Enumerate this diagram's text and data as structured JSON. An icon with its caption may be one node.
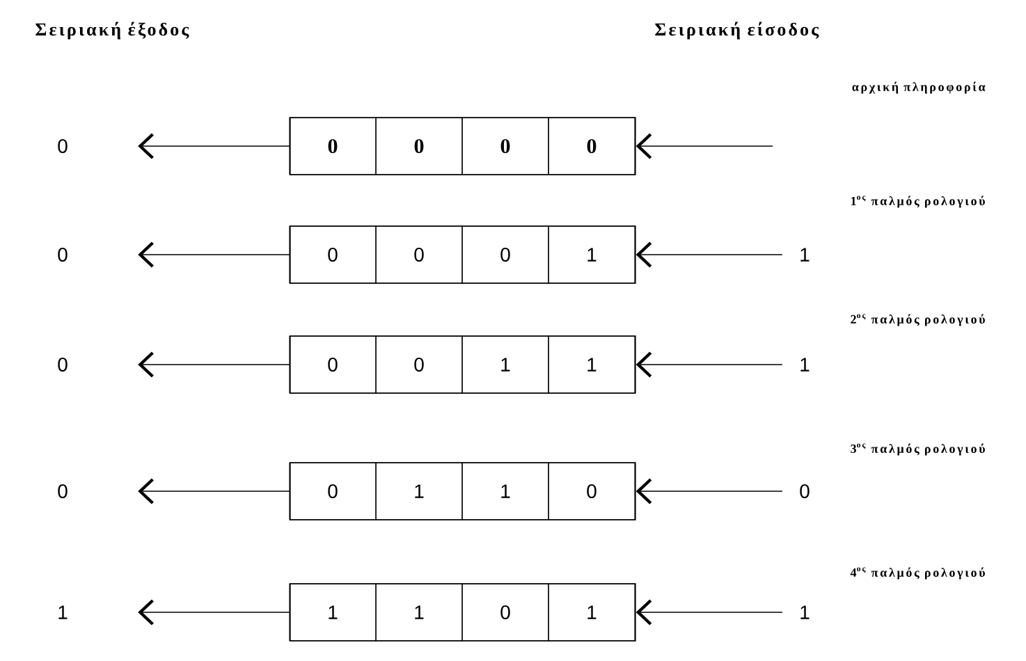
{
  "diagram": {
    "nodes": [
      {
        "text": [],
        "shape": "box"
      },
      {
        "text": [
          "0"
        ],
        "in": 0
      },
      {
        "text": [
          "0"
        ],
        "in": 0
      },
      {
        "text": [
          "0"
        ],
        "in": 0
      },
      {
        "text": [
          "0"
        ],
        "in": 0
      },
      {
        "text": [
          "0"
        ]
      },
      {
        "text": [],
        "shape": "box"
      },
      {
        "text": [
          "0"
        ],
        "in": 6
      },
      {
        "text": [
          "0"
        ],
        "in": 6
      },
      {
        "text": [
          "0"
        ],
        "in": 6
      },
      {
        "text": [
          "1"
        ],
        "in": 6
      },
      {
        "text": [
          "0"
        ]
      },
      {
        "text": [
          "1"
        ]
      },
      {
        "text": [],
        "shape": "box"
      },
      {
        "text": [
          "0"
        ],
        "in": 13
      },
      {
        "text": [
          "0"
        ],
        "in": 13
      },
      {
        "text": [
          "1"
        ],
        "in": 13
      },
      {
        "text": [
          "1"
        ],
        "in": 13
      },
      {
        "text": [
          "0"
        ]
      },
      {
        "text": [
          "1"
        ]
      },
      {
        "text": [],
        "shape": "box"
      },
      {
        "text": [
          "0"
        ],
        "in": 20
      },
      {
        "text": [
          "1"
        ],
        "in": 20
      },
      {
        "text": [
          "1"
        ],
        "in": 20
      },
      {
        "text": [
          "0"
        ],
        "in": 20
      },
      {
        "text": [
          "0"
        ]
      },
      {
        "text": [
          "0"
        ]
      },
      {
        "text": [],
        "shape": "box"
      },
      {
        "text": [
          "1"
        ],
        "in": 27
      },
      {
        "text": [
          "1"
        ],
        "in": 27
      },
      {
        "text": [
          "0"
        ],
        "in": 27
      },
      {
        "text": [
          "1"
        ],
        "in": 27
      },
      {
        "text": [
          "1"
        ]
      },
      {
        "text": [
          "1"
        ]
      }
    ],
    "edges": [
      {
        "from": 0,
        "to": 5,
        "arrow": "to"
      },
      {
        "from": null,
        "to": 0,
        "arrow": "to"
      },
      {
        "from": 6,
        "to": 11,
        "arrow": "to"
      },
      {
        "from": 12,
        "to": 6,
        "arrow": "to"
      },
      {
        "from": 13,
        "to": 18,
        "arrow": "to"
      },
      {
        "from": 19,
        "to": 13,
        "arrow": "to"
      },
      {
        "from": 20,
        "to": 25,
        "arrow": "to"
      },
      {
        "from": 26,
        "to": 20,
        "arrow": "to"
      },
      {
        "from": 27,
        "to": 32,
        "arrow": "to"
      },
      {
        "from": 33,
        "to": 27,
        "arrow": "to"
      }
    ],
    "labels": [
      "Σειριακή έξοδος",
      "Σειριακή είσοδος",
      "αρχική πληροφορία",
      "1$^{ος}$ παλμός ρολογιού",
      "2$^{ος}$ παλμός ρολογιού",
      "3$^{ος}$ παλμός ρολογιού",
      "4$^{ος}$ παλμός ρολογιού"
    ]
  }
}
